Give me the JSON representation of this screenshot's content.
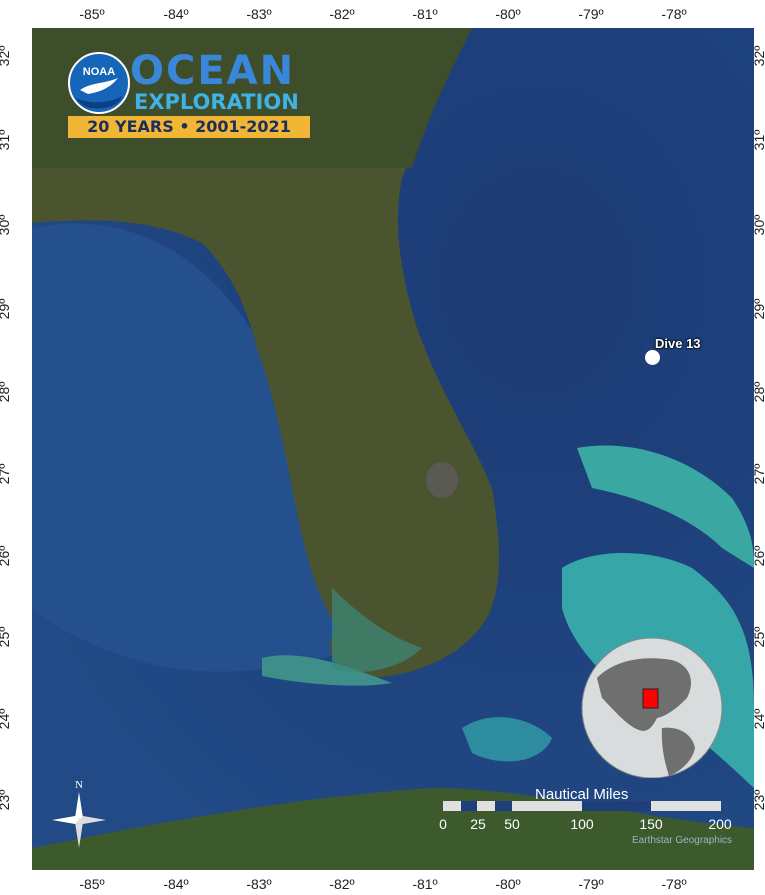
{
  "map": {
    "longitude_labels": [
      "-85º",
      "-84º",
      "-83º",
      "-82º",
      "-81º",
      "-80º",
      "-79º",
      "-78º"
    ],
    "latitude_labels": [
      "32º",
      "31º",
      "30º",
      "29º",
      "28º",
      "27º",
      "26º",
      "25º",
      "24º",
      "23º"
    ],
    "marker": {
      "label": "Dive 13",
      "lat": 28.4,
      "lon": -78.3
    }
  },
  "logo": {
    "badge": "NOAA",
    "title": "OCEAN",
    "subtitle": "EXPLORATION",
    "banner": "20 YEARS • 2001-2021"
  },
  "compass": {
    "north": "N"
  },
  "scale": {
    "title": "Nautical Miles",
    "labels": [
      "0",
      "25",
      "50",
      "100",
      "150",
      "200"
    ]
  },
  "credit": "Earthstar Geographics",
  "colors": {
    "ocean": "#1e3f7a",
    "land": "#4f5a32",
    "marker": "#ffffff",
    "inset_box": "#ff0000",
    "banner": "#f2b636"
  }
}
